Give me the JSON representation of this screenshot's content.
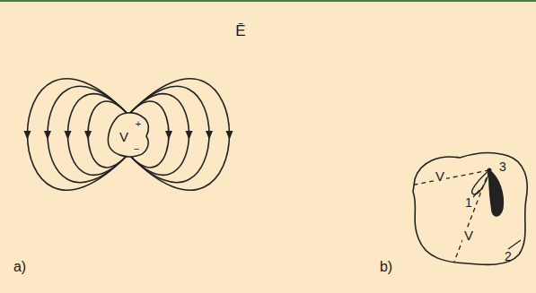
{
  "diagram": {
    "labels": [
      "Ē",
      "V",
      "+",
      "−",
      "a)",
      "V",
      "V",
      "1",
      "2",
      "3",
      "b)"
    ]
  }
}
